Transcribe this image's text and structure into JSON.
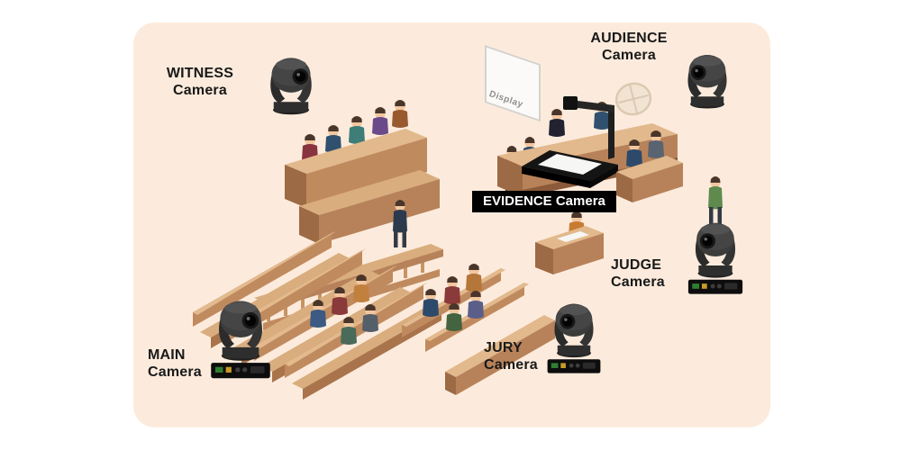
{
  "diagram": {
    "type": "courtroom-camera-layout",
    "labels": {
      "witness": {
        "title": "WITNESS",
        "subtitle": "Camera"
      },
      "audience": {
        "title": "AUDIENCE",
        "subtitle": "Camera"
      },
      "evidence": {
        "title": "EVIDENCE Camera"
      },
      "judge": {
        "title": "JUDGE",
        "subtitle": "Camera"
      },
      "jury": {
        "title": "JURY",
        "subtitle": "Camera"
      },
      "main": {
        "title": "MAIN",
        "subtitle": "Camera"
      }
    },
    "display": {
      "label": "Display"
    },
    "colors": {
      "panel_bg": "#fcebdc",
      "label_text": "#191919",
      "evidence_label_bg": "#000000",
      "evidence_label_text": "#ffffff",
      "camera_body": "#3c3c3c",
      "wood_light": "#e2b98c",
      "wood_mid": "#b7825a",
      "wood_dark": "#9c6a45"
    }
  }
}
